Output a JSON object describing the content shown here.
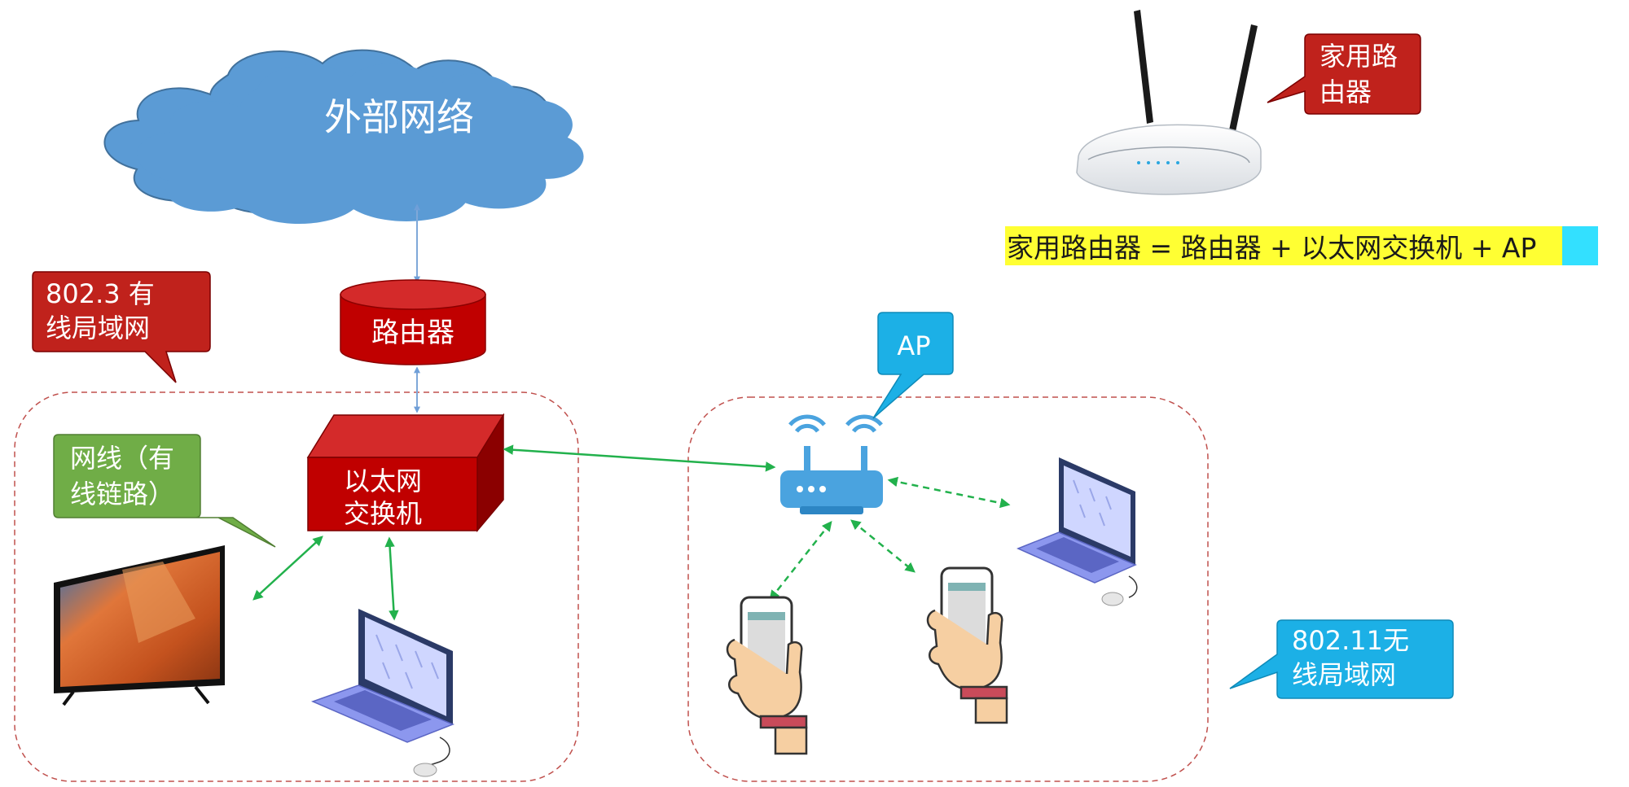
{
  "cloud": {
    "label": "外部网络"
  },
  "router": {
    "label": "路由器"
  },
  "switch": {
    "label_line1": "以太网",
    "label_line2": "交换机"
  },
  "callouts": {
    "wired_lan": {
      "line1": "802.3 有",
      "line2": "线局域网",
      "color": "#c0221c"
    },
    "cable": {
      "line1": "网线（有",
      "line2": "线链路）",
      "color": "#70ad47"
    },
    "ap": {
      "label": "AP",
      "color": "#1cb0e6"
    },
    "wireless_lan": {
      "line1": "802.11无",
      "line2": "线局域网",
      "color": "#1cb0e6"
    },
    "home_router": {
      "line1": "家用路",
      "line2": "由器",
      "color": "#c0221c"
    }
  },
  "equation": {
    "part1": "家用路由器 = 路由器 + 以太网交换机 + ",
    "part2": "AP",
    "highlight_yellow": "#ffff33",
    "highlight_cyan": "#33e0ff"
  },
  "colors": {
    "cloud_fill": "#5b9bd5",
    "router_red": "#c00000",
    "link_green": "#22b14c",
    "link_blue": "#7fa8d8",
    "lan_border": "#c0504d"
  },
  "icons": {
    "tv": "tv-icon",
    "laptop": "laptop-icon",
    "phone": "smartphone-in-hand-icon",
    "wifi_router": "wifi-router-icon",
    "home_router": "home-router-photo-icon"
  }
}
